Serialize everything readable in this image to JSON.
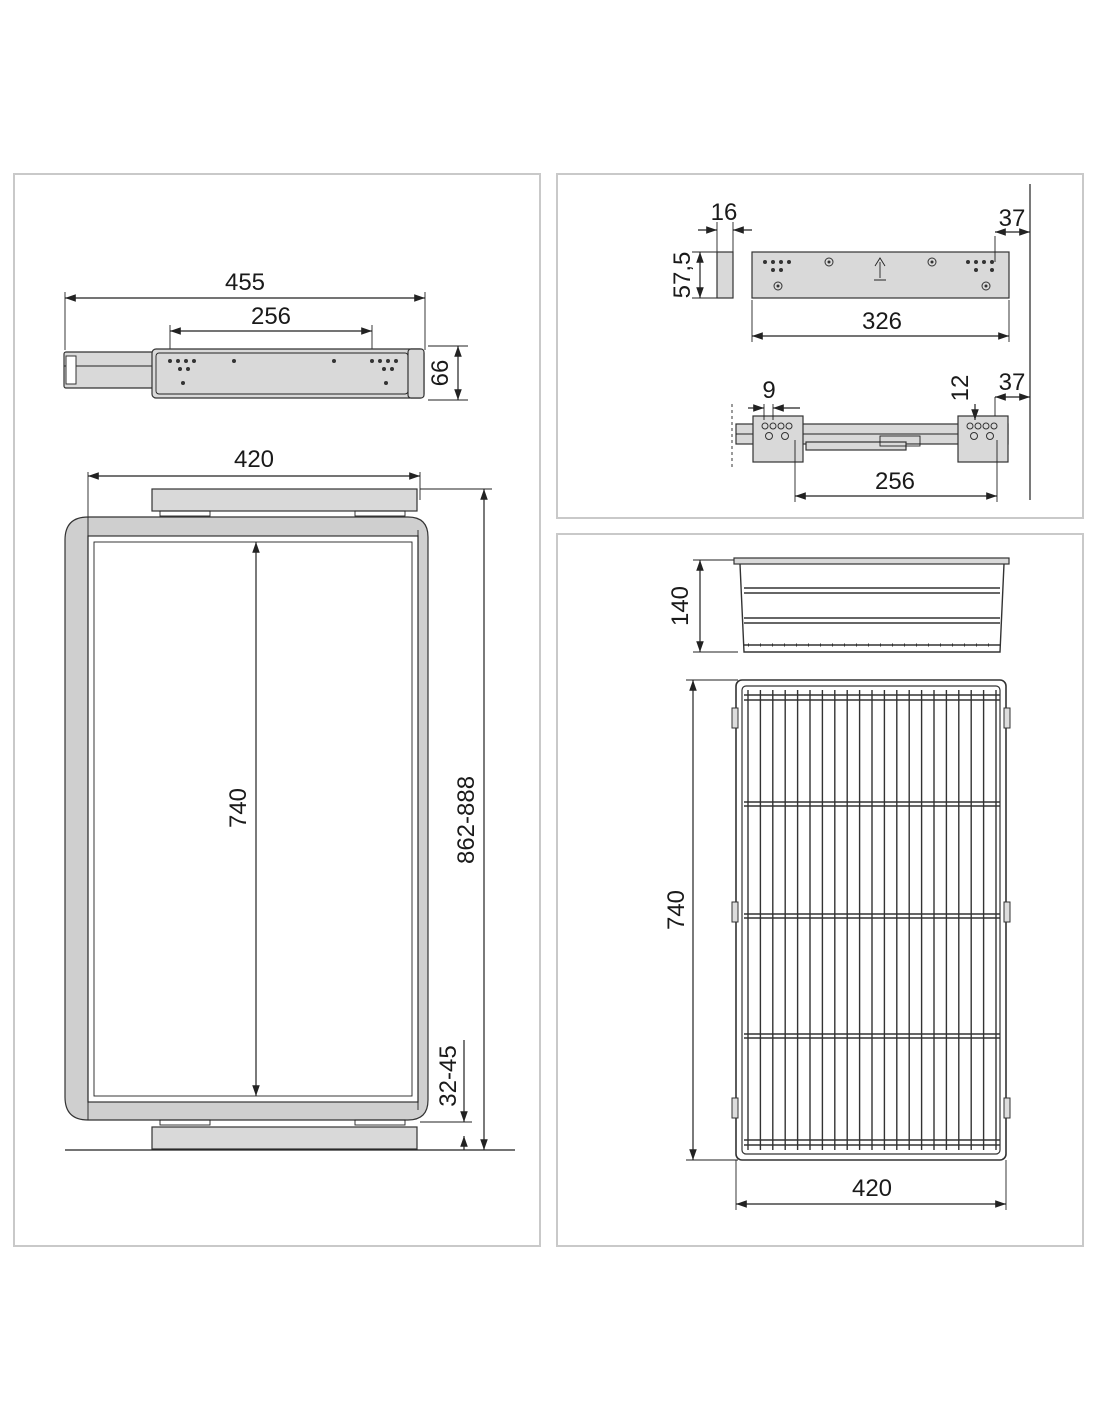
{
  "colors": {
    "panel_border": "#c9c9c9",
    "line": "#222222",
    "part_fill": "#d9d9d9",
    "frame_fill": "#cfcfcf"
  },
  "left_panel": {
    "top_view": {
      "width_overall": "455",
      "hole_spacing": "256",
      "height": "66"
    },
    "front_view": {
      "width": "420",
      "inner_depth": "740",
      "total_height": "862-888",
      "bottom_gap": "32-45"
    }
  },
  "top_right_panel": {
    "bracket": {
      "thickness": "16",
      "height": "57,5",
      "length": "326",
      "wall_offset": "37"
    },
    "slide": {
      "offset": "9",
      "offset_right": "12",
      "wall_offset": "37",
      "hole_spacing": "256"
    }
  },
  "bottom_right_panel": {
    "basket": {
      "height": "140",
      "depth": "740",
      "width": "420"
    }
  }
}
